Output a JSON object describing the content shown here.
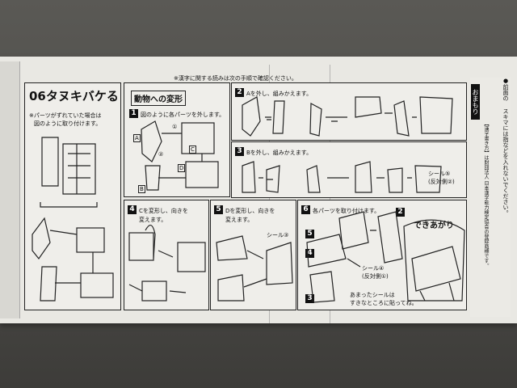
{
  "notice": "※漢字に関する読みは次の手順で確認ください。",
  "title": "06タヌキバケる",
  "left_note_1": "※パーツがずれていた場合は",
  "left_note_2": "図のように取り付けます。",
  "section_title": "動物への変形",
  "steps": [
    {
      "n": "1",
      "text": "図のように各パーツを外します。"
    },
    {
      "n": "2",
      "text": "Aを外し、組みかえます。"
    },
    {
      "n": "3",
      "text": "Bを外し、組みかえます。"
    },
    {
      "n": "4",
      "text_1": "Cを変形し、向きを",
      "text_2": "変えます。"
    },
    {
      "n": "5",
      "text_1": "Dを変形し、向きを",
      "text_2": "変えます。"
    },
    {
      "n": "6",
      "text": "各パーツを取り付けます。"
    }
  ],
  "part_labels": [
    "A",
    "B",
    "C",
    "D"
  ],
  "circled": [
    "①",
    "②"
  ],
  "seal_3": "シール③",
  "seal_5": "シール⑤",
  "seal_5_sub": "(反対側②)",
  "seal_4": "シール④",
  "seal_4_sub": "(反対側①)",
  "complete": "できあがり",
  "step6_nums": [
    "2",
    "5",
    "4",
    "3"
  ],
  "bottom_note_1": "あまったシールは",
  "bottom_note_2": "すきなところに貼ってね。",
  "right_tab": "おまもり",
  "right_col_1": "●前面の",
  "right_col_2": "スキマには指などを入れないでください。",
  "right_col_3": "【漢字書き方】は財団法人 日本漢字能力検定協会の登録商標です。"
}
